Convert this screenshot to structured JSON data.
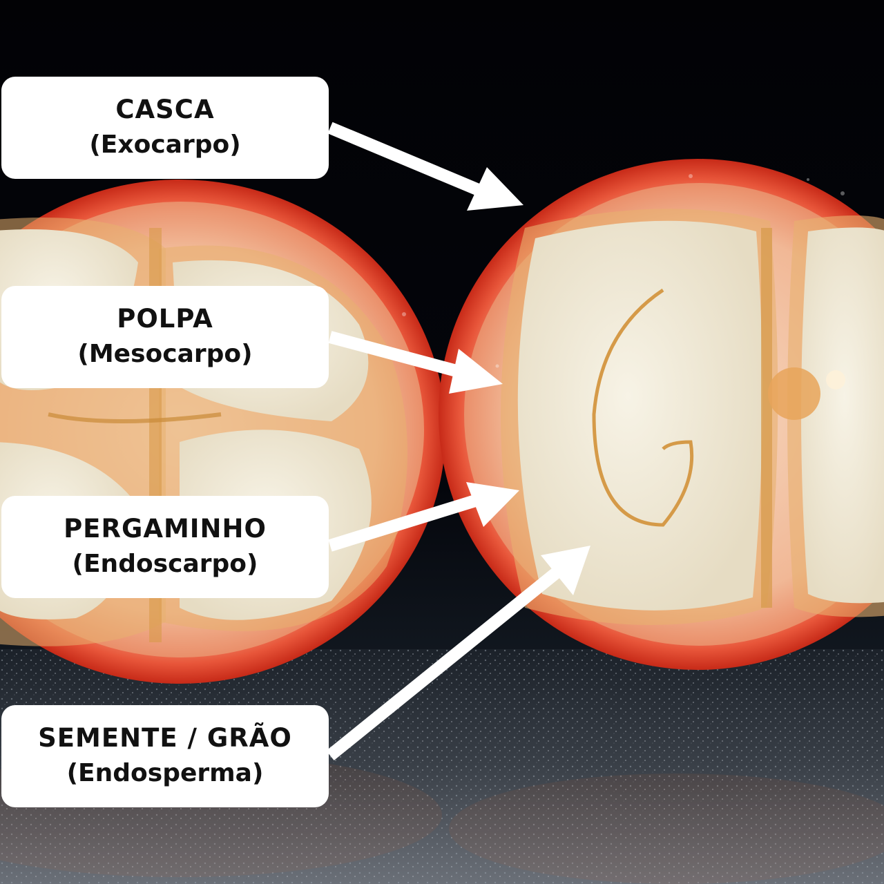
{
  "labels": [
    {
      "id": "casca",
      "title": "CASCA",
      "subtitle": "(Exocarpo)"
    },
    {
      "id": "polpa",
      "title": "POLPA",
      "subtitle": "(Mesocarpo)"
    },
    {
      "id": "pergaminho",
      "title": "PERGAMINHO",
      "subtitle": "(Endoscarpo)"
    },
    {
      "id": "semente",
      "title": "SEMENTE / GRÃO",
      "subtitle": "(Endosperma)"
    }
  ],
  "colors": {
    "background": "#020205",
    "skin": "#d9381f",
    "pulp": "#f0a07a",
    "parchment": "#e2a14b",
    "seed": "#efeadb",
    "label_box": "#ffffff",
    "arrow": "#ffffff"
  }
}
